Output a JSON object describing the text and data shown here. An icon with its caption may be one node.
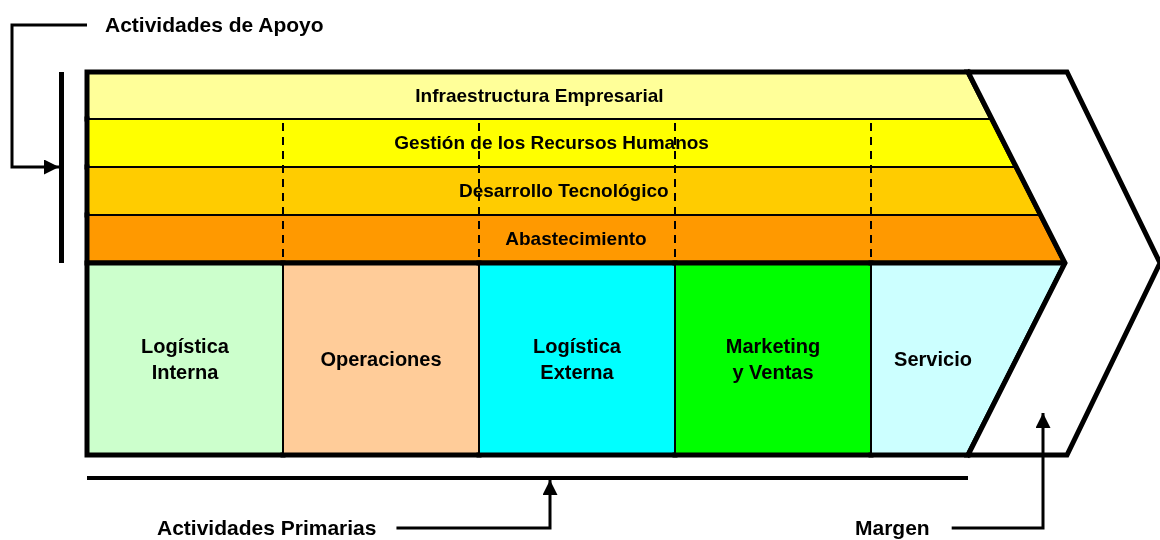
{
  "diagram": {
    "nodes": [
      {
        "text": [
          "Actividades de Apoyo"
        ]
      },
      {
        "text": [],
        "shape": "bar"
      },
      {
        "text": [
          "Actividades Primarias"
        ]
      },
      {
        "text": [],
        "shape": "bar"
      },
      {
        "text": [
          "Margen"
        ]
      },
      {
        "text": [],
        "shape": "chevron"
      },
      {
        "text": [
          "Infraestructura Empresarial"
        ]
      },
      {
        "text": [
          "Gestión de los Recursos Humanos"
        ]
      },
      {
        "text": [
          "Desarrollo Tecnológico"
        ]
      },
      {
        "text": [
          "Abastecimiento"
        ]
      },
      {
        "text": [
          "Logística Interna"
        ]
      },
      {
        "text": [
          "Operaciones"
        ]
      },
      {
        "text": [
          "Logística Externa"
        ]
      },
      {
        "text": [
          "Marketing y Ventas"
        ]
      },
      {
        "text": [
          "Servicio"
        ]
      }
    ],
    "edges": [
      {
        "from": 0,
        "to": 1,
        "arrow": "to"
      },
      {
        "from": 2,
        "to": 3,
        "arrow": "to"
      },
      {
        "from": 4,
        "to": 5,
        "arrow": "to"
      }
    ]
  }
}
